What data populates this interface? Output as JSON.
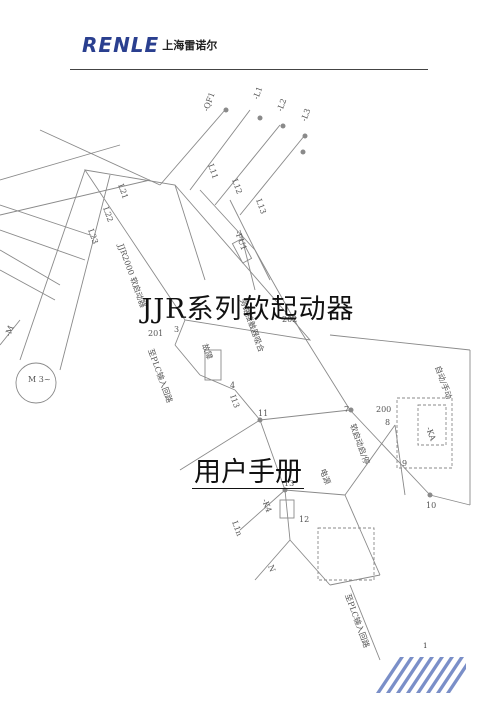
{
  "header": {
    "logo_mark": "RENLE",
    "logo_text": "上海雷诺尔"
  },
  "document": {
    "title": "JJR系列软起动器",
    "subtitle": "用户手册",
    "page_number": "1"
  },
  "schematic_labels": {
    "qf1": "-QF1",
    "l1": "-L1",
    "l2": "-L2",
    "l3": "-L3",
    "l11": "L11",
    "l12": "L12",
    "l13": "L13",
    "l21": "L21",
    "l22": "L22",
    "l23": "L23",
    "fu1": "-FU1",
    "m": "-M",
    "motor": "M 3~",
    "model": "JJR2000 软启动器",
    "bypass": "旁路接触器吸合",
    "fault": "故障",
    "to_plc": "至PLC输入回路",
    "to_plc2": "至PLC输入回路",
    "start_stop": "软启动启/停",
    "power": "电源",
    "auto_manual": "自动/手动",
    "t201": "201",
    "t202": "202",
    "t200": "200",
    "t3": "3",
    "t4": "4",
    "t7": "7",
    "t8": "8",
    "t9": "9",
    "t10": "10",
    "t11": "11",
    "t12": "12",
    "t13": "13",
    "i13": "I13",
    "ka": "-KA",
    "k4": "-K4",
    "l1n": "L1n",
    "n": "N"
  }
}
